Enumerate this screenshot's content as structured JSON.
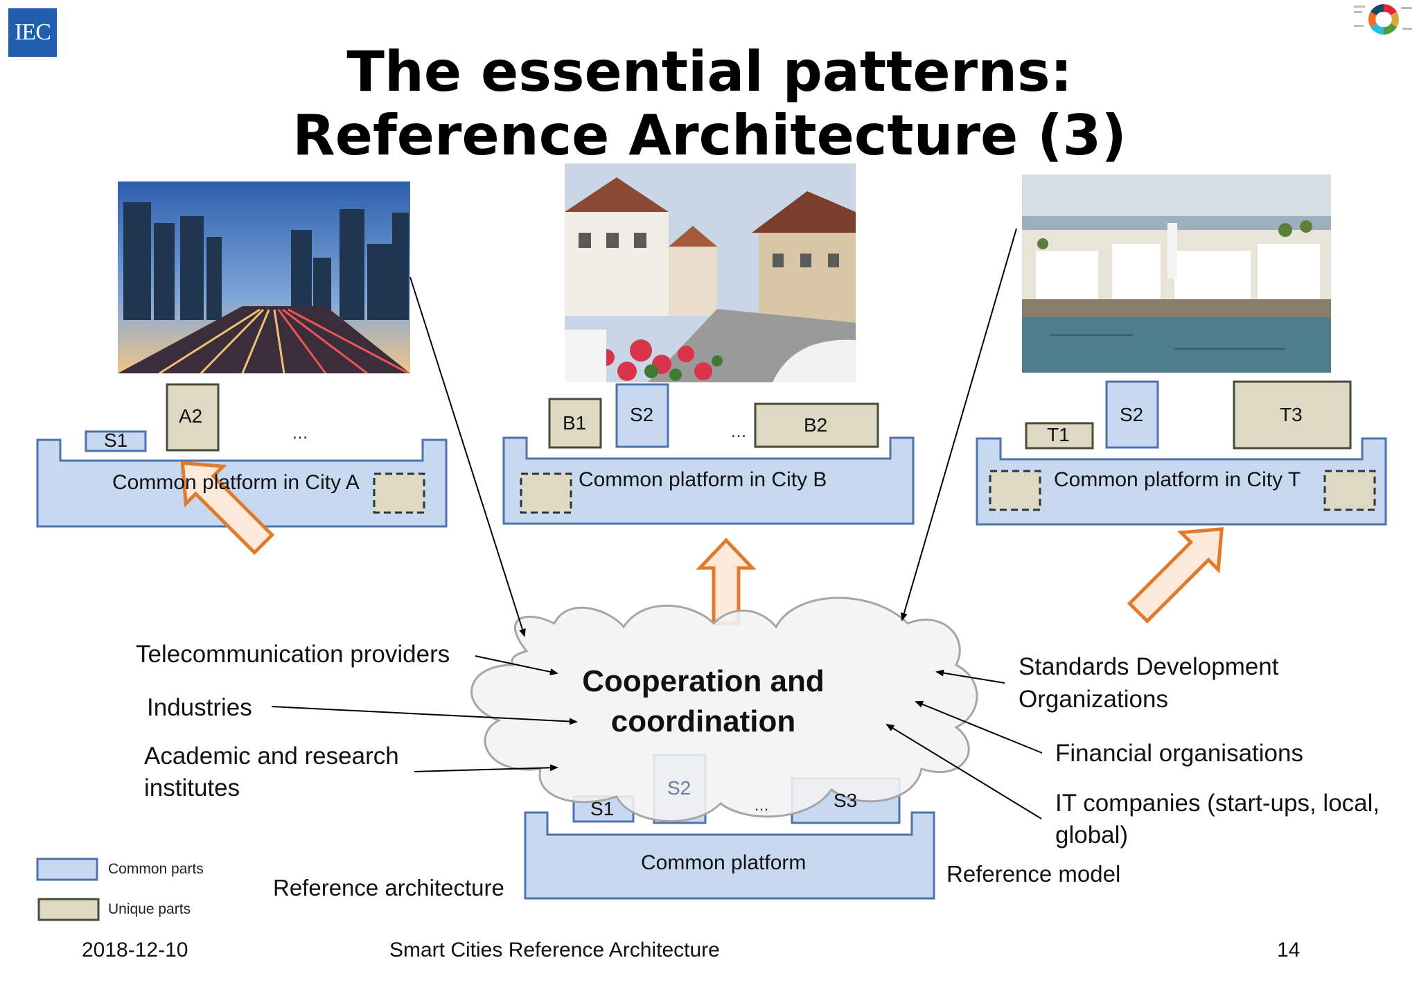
{
  "header": {
    "logo_text": "IEC",
    "title_line1": "The essential patterns:",
    "title_line2": "Reference Architecture (3)"
  },
  "cities": [
    {
      "platform_label": "Common platform in City A",
      "parts": [
        "S1",
        "A2"
      ],
      "ellipsis": "…"
    },
    {
      "platform_label": "Common platform in City B",
      "parts": [
        "B1",
        "S2",
        "B2"
      ],
      "ellipsis": "…"
    },
    {
      "platform_label": "Common platform in City T",
      "parts": [
        "T1",
        "S2",
        "T3"
      ]
    }
  ],
  "center": {
    "cloud_line1": "Cooperation and",
    "cloud_line2": "coordination",
    "parts": [
      "S1",
      "S2",
      "S3"
    ],
    "ellipsis": "…",
    "platform_label": "Common platform",
    "left_caption": "Reference architecture",
    "right_caption": "Reference model"
  },
  "stakeholders_left": [
    "Telecommunication providers",
    "Industries",
    "Academic and research",
    "institutes"
  ],
  "stakeholders_right": [
    "Standards Development",
    "Organizations",
    "Financial organisations",
    "IT companies (start-ups, local,",
    "global)"
  ],
  "legend": {
    "common": "Common parts",
    "unique": "Unique parts"
  },
  "footer": {
    "date": "2018-12-10",
    "center": "Smart Cities Reference Architecture",
    "page": "14"
  },
  "colors": {
    "common_fill": "#c6d9f1",
    "common_stroke": "#4f72a8",
    "unique_fill": "#ddd9c3",
    "unique_stroke": "#4a4a3a",
    "arrow_orange": "#e07b2e",
    "arrow_fill": "#fde9d9"
  }
}
